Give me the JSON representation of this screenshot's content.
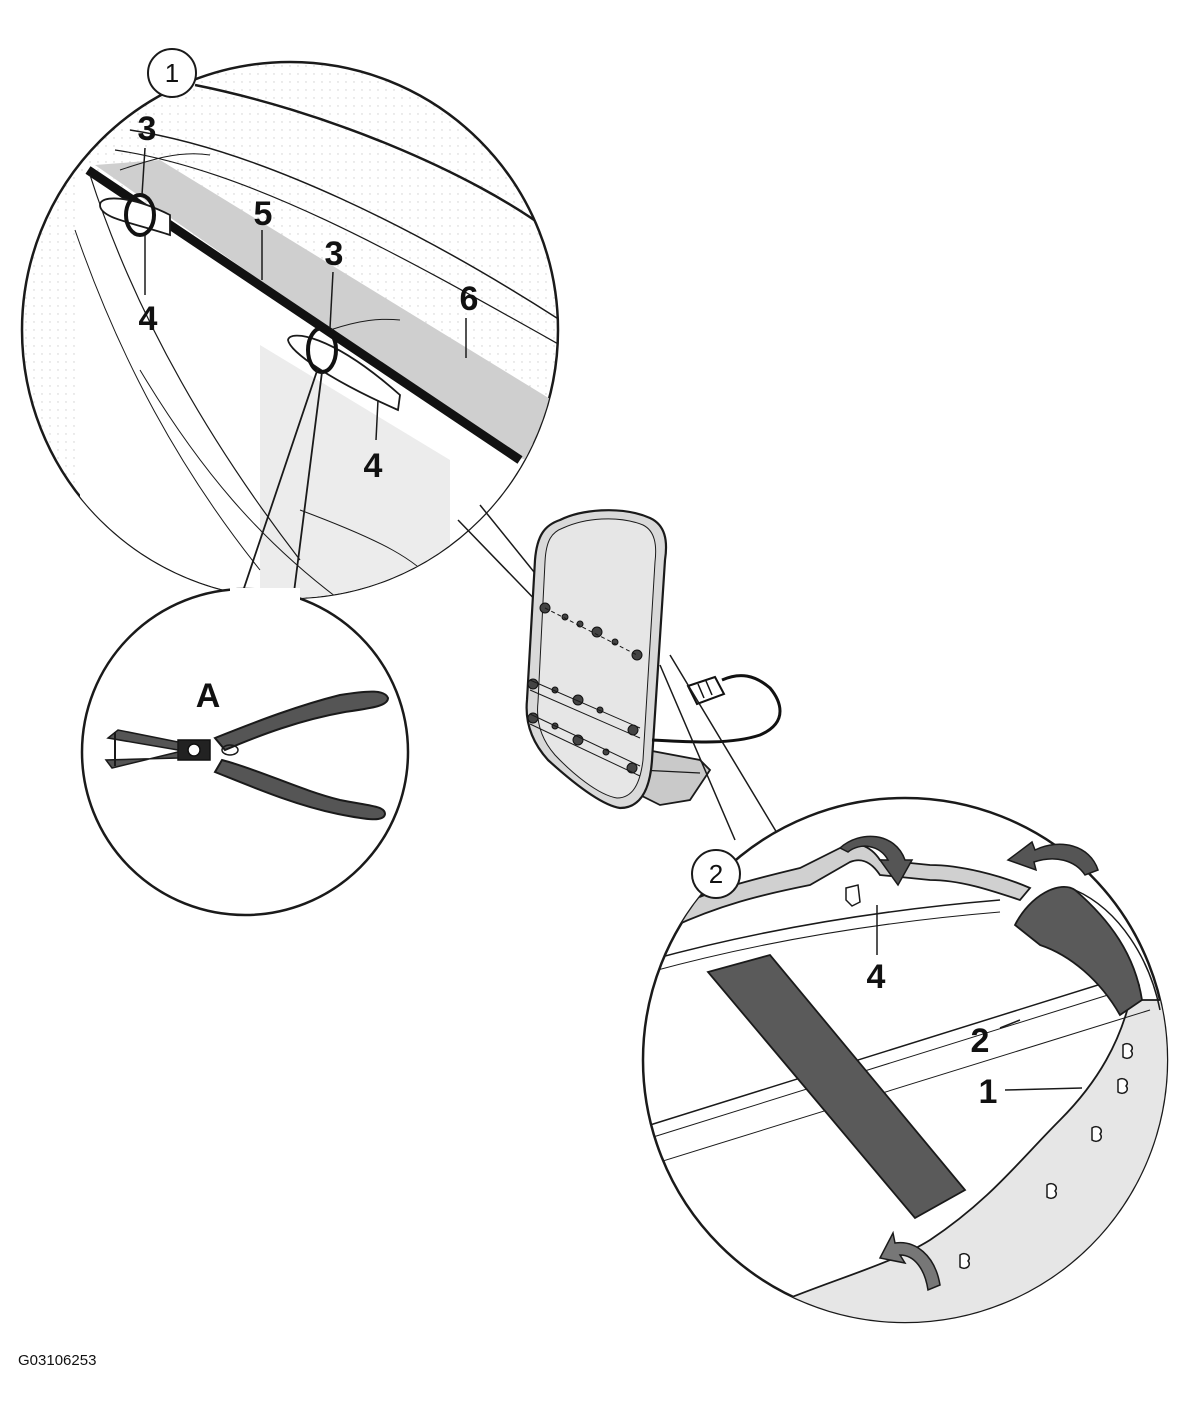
{
  "figure_id": "G03106253",
  "colors": {
    "line": "#1a1a1a",
    "light_fill": "#e6e6e6",
    "mid_fill": "#c9c9c9",
    "dark_fill": "#555555",
    "paper": "#ffffff"
  },
  "detail_circles": [
    {
      "label": "1"
    },
    {
      "label": "2"
    }
  ],
  "callouts": {
    "c3a": "3",
    "c3b": "3",
    "c4a": "4",
    "c4b": "4",
    "c4c": "4",
    "c5": "5",
    "c6": "6",
    "cA": "A",
    "c2": "2",
    "c1": "1"
  },
  "icons": [
    "pliers-tool-icon",
    "rotation-arrow-icon",
    "electrical-connector-icon",
    "hog-ring-clip-icon"
  ]
}
